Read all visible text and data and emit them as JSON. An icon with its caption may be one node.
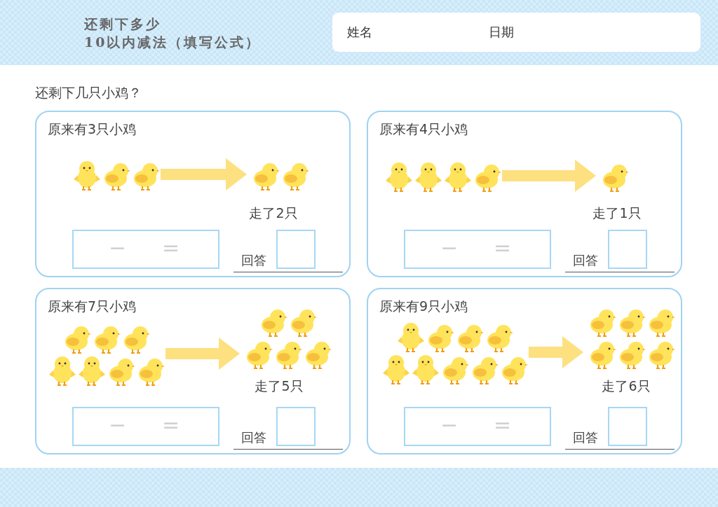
{
  "diagram": {
    "nodes": [
      {
        "text": [
          "姓名",
          "日期"
        ]
      },
      {
        "text": [
          "原来有3只小鸡"
        ]
      },
      {
        "text": [],
        "shape": "picture",
        "in": 1
      },
      {
        "text": [],
        "shape": "picture",
        "in": 1,
        "beside": [
          "走了2只"
        ]
      },
      {
        "text": [
          "−",
          "="
        ],
        "in": 1
      },
      {
        "text": [],
        "shape": "box",
        "in": 1,
        "beside": [
          "回答"
        ]
      },
      {
        "text": [
          "原来有4只小鸡"
        ]
      },
      {
        "text": [],
        "shape": "picture",
        "in": 6
      },
      {
        "text": [],
        "shape": "picture",
        "in": 6,
        "beside": [
          "走了1只"
        ]
      },
      {
        "text": [
          "−",
          "="
        ],
        "in": 6
      },
      {
        "text": [],
        "shape": "box",
        "in": 6,
        "beside": [
          "回答"
        ]
      },
      {
        "text": [
          "原来有7只小鸡"
        ]
      },
      {
        "text": [],
        "shape": "picture",
        "in": 11
      },
      {
        "text": [],
        "shape": "picture",
        "in": 11,
        "beside": [
          "走了5只"
        ]
      },
      {
        "text": [
          "−",
          "="
        ],
        "in": 11
      },
      {
        "text": [],
        "shape": "box",
        "in": 11,
        "beside": [
          "回答"
        ]
      },
      {
        "text": [
          "原来有9只小鸡"
        ]
      },
      {
        "text": [],
        "shape": "picture",
        "in": 16
      },
      {
        "text": [],
        "shape": "picture",
        "in": 16,
        "beside": [
          "走了6只"
        ]
      },
      {
        "text": [
          "−",
          "="
        ],
        "in": 16
      },
      {
        "text": [],
        "shape": "box",
        "in": 16,
        "beside": [
          "回答"
        ]
      }
    ],
    "edges": [
      {
        "from": 2,
        "to": 3,
        "arrow": "to"
      },
      {
        "from": 7,
        "to": 8,
        "arrow": "to"
      },
      {
        "from": 12,
        "to": 13,
        "arrow": "to"
      },
      {
        "from": 17,
        "to": 18,
        "arrow": "to"
      }
    ],
    "labels": [
      "还剩下多少",
      "10以内减法（填写公式）",
      "还剩下几只小鸡？"
    ]
  }
}
